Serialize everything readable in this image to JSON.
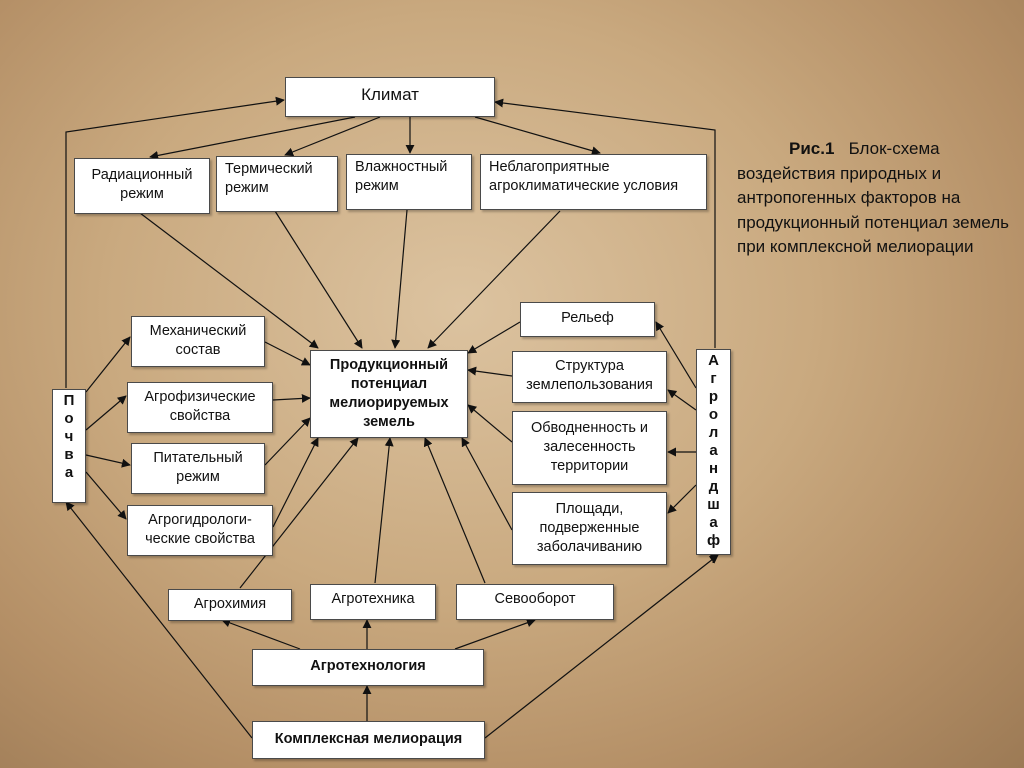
{
  "nodes": {
    "klimat": "Климат",
    "radiation": "Радиационный режим",
    "thermal": "Термический режим",
    "humidity": "Влажностный режим",
    "adverse": "Неблагоприятные агроклиматические условия",
    "mechanical": "Механический состав",
    "agrophysical": "Агрофизические свойства",
    "nutrient": "Питательный режим",
    "agrohydro": "Агрогидрологи-ческие свойства",
    "productive": "Продукционный потенциал мелиорируемых земель",
    "relief": "Рельеф",
    "landuse": "Структура землепользования",
    "watering": "Обводненность и залесенность территории",
    "swamp": "Площади, подверженные заболачиванию",
    "pochva": "П\nо\nч\nв\nа",
    "agrolandscape": "А\nг\nр\nо\nл\nа\nн\nд\nш\nа\nф\nт",
    "agrochem": "Агрохимия",
    "agrotech": "Агротехника",
    "rotation": "Севооборот",
    "agrotechnology": "Агротехнология",
    "complex": "Комплексная мелиорация"
  },
  "caption": {
    "label": "Рис.1",
    "text": "Блок-схема воздействия природных и антропогенных факторов на продукционный потенциал земель при комплексной мелиорации"
  }
}
